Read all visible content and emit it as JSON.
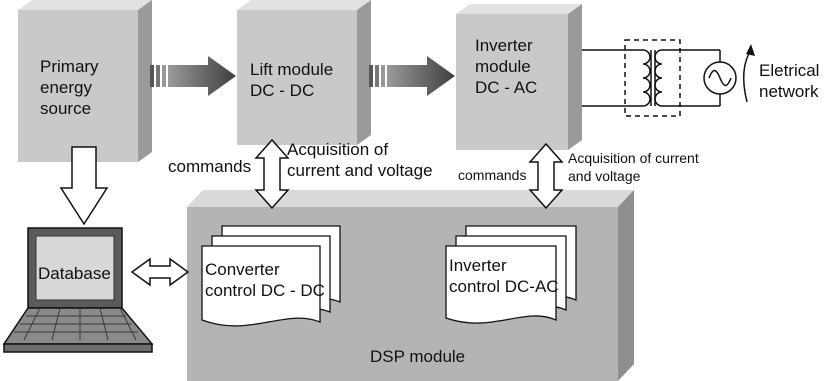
{
  "diagram": {
    "blocks": {
      "primary_source": "Primary\nenergy\nsource",
      "lift_module": "Lift module\nDC - DC",
      "inverter_module": "Inverter\nmodule\nDC - AC",
      "dsp_module": "DSP module",
      "database": "Database",
      "converter_control": "Converter\ncontrol DC - DC",
      "inverter_control": "Inverter\ncontrol DC-AC"
    },
    "signals": {
      "commands_left": "commands",
      "acquisition_left": "Acquisition of\ncurrent and voltage",
      "commands_right": "commands",
      "acquisition_right": "Acquisition of current\nand voltage"
    },
    "grid": {
      "network_label": "Eletrical\nnetwork"
    },
    "colors": {
      "block_front": "#c9c9c9",
      "block_side": "#9a9a9a",
      "block_top": "#e2e2e2",
      "arrow_gray": "#5a5a5a",
      "line": "#111111"
    }
  }
}
